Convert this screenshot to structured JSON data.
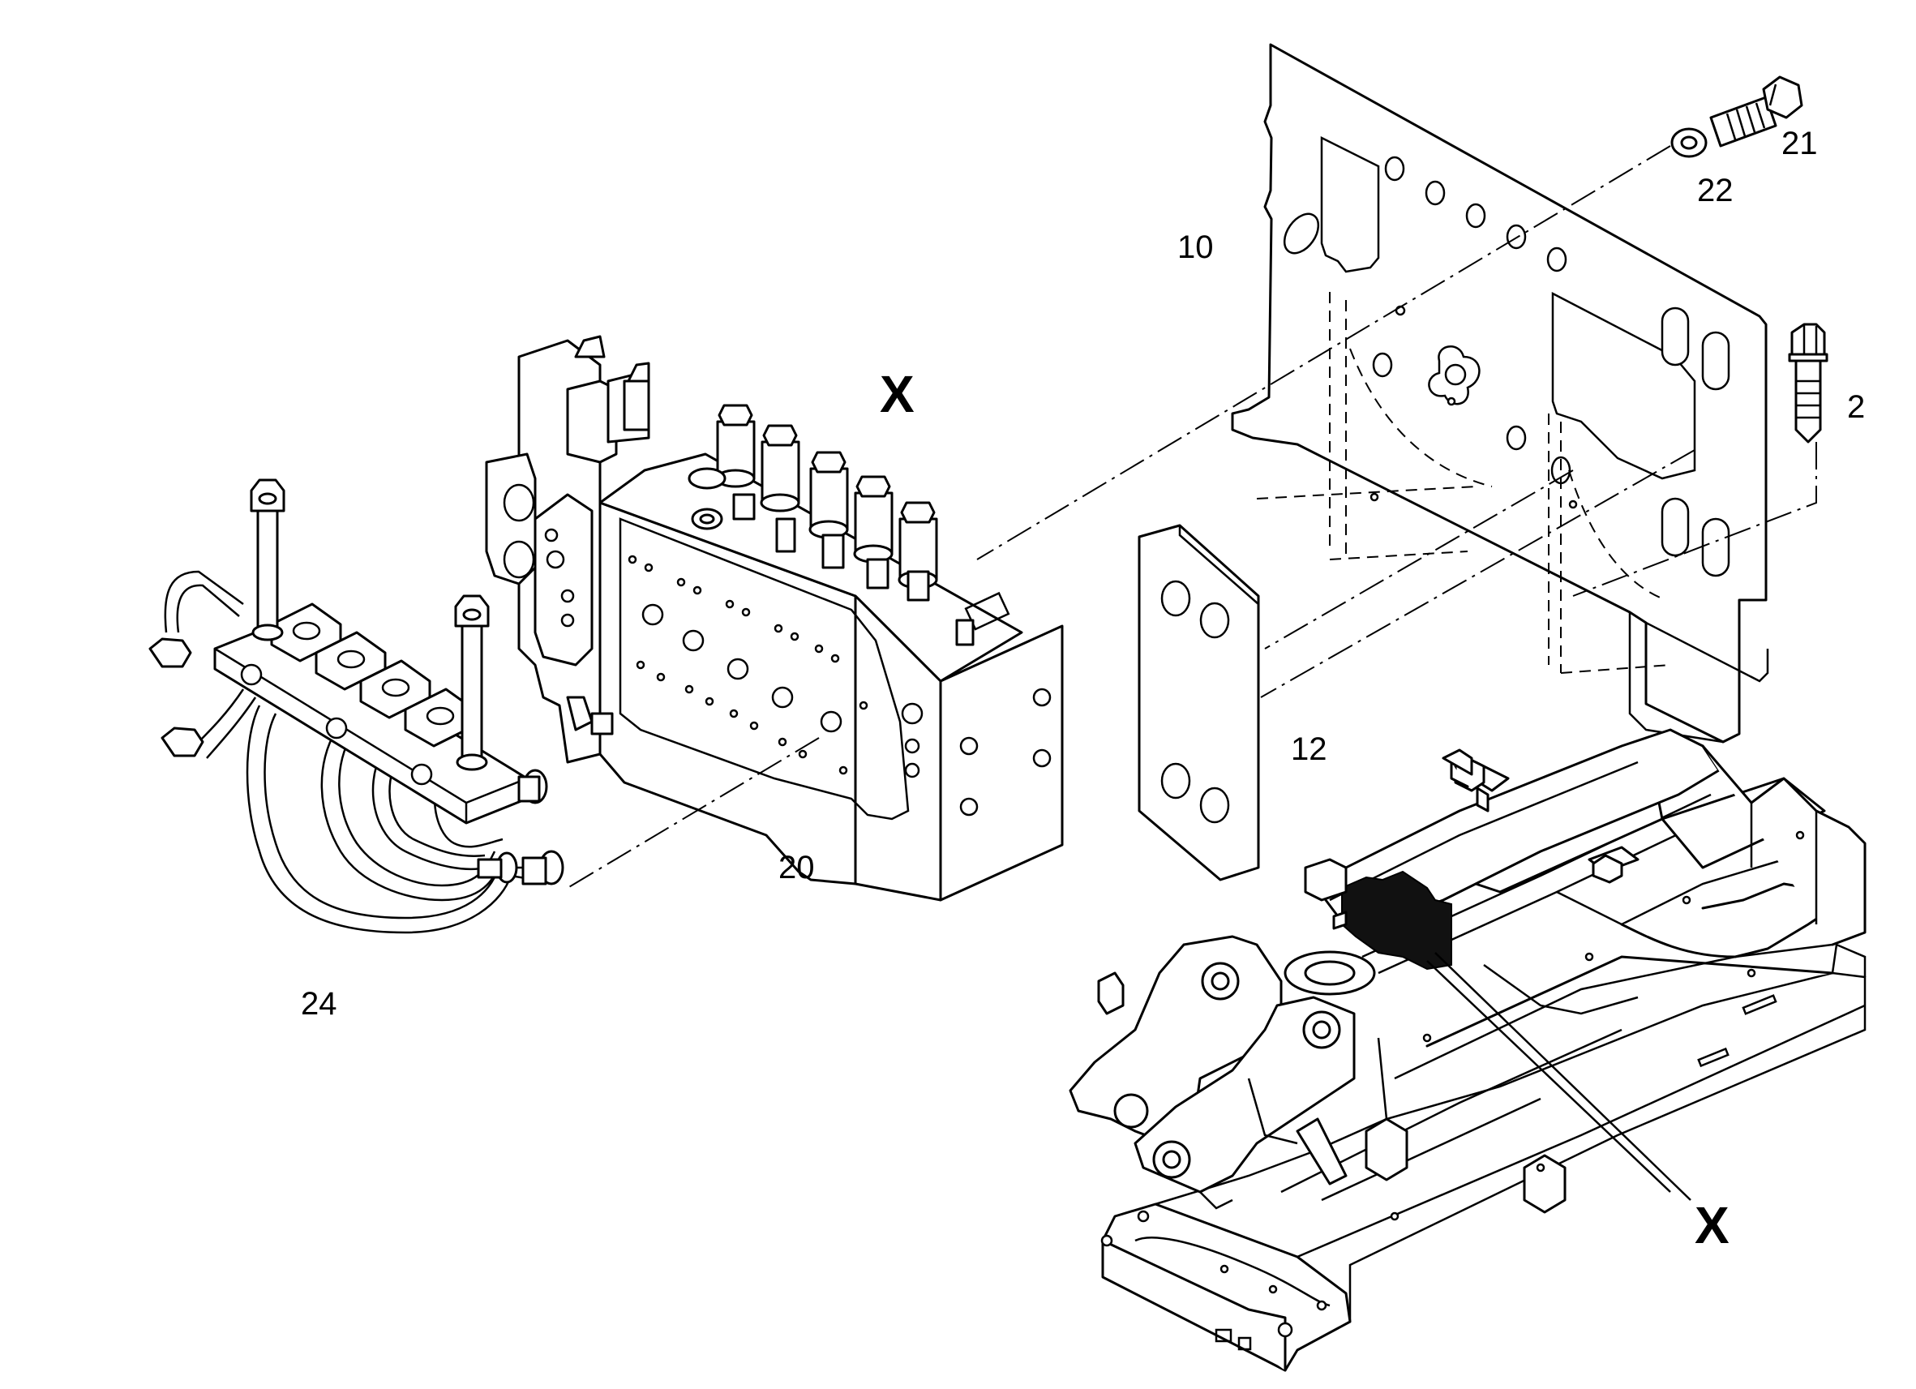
{
  "callouts": {
    "bolt_21": "21",
    "washer_22": "22",
    "plate_10": "10",
    "bolt_2": "2",
    "spacer_12": "12",
    "valve_20": "20",
    "pipes_24": "24"
  },
  "detail_marks": {
    "top": "X",
    "bottom": "X"
  },
  "colors": {
    "line": "#000000",
    "background": "#ffffff",
    "highlight": "#111111"
  }
}
